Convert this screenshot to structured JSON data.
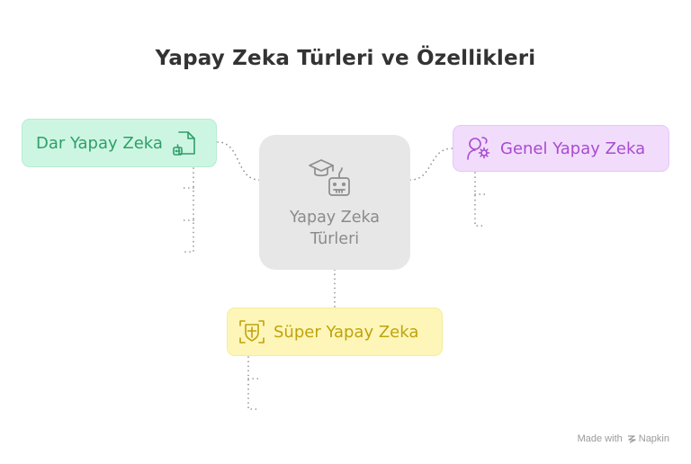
{
  "title": "Yapay Zeka Türleri ve Özellikleri",
  "center": {
    "line1": "Yapay Zeka",
    "line2": "Türleri",
    "icons": [
      "graduation-cap-icon",
      "robot-icon"
    ]
  },
  "nodes": {
    "dar": {
      "label": "Dar Yapay Zeka",
      "icon": "document-robot-icon",
      "color": "#2f9f6a",
      "background": "#cdf6e2"
    },
    "genel": {
      "label": "Genel Yapay Zeka",
      "icon": "brain-gear-person-icon",
      "color": "#a74ccf",
      "background": "#f2dcfc"
    },
    "super": {
      "label": "Süper Yapay Zeka",
      "icon": "shield-scan-icon",
      "color": "#c1a20c",
      "background": "#fdf6b8"
    }
  },
  "footer": {
    "made_with": "Made with",
    "brand": "Napkin"
  }
}
